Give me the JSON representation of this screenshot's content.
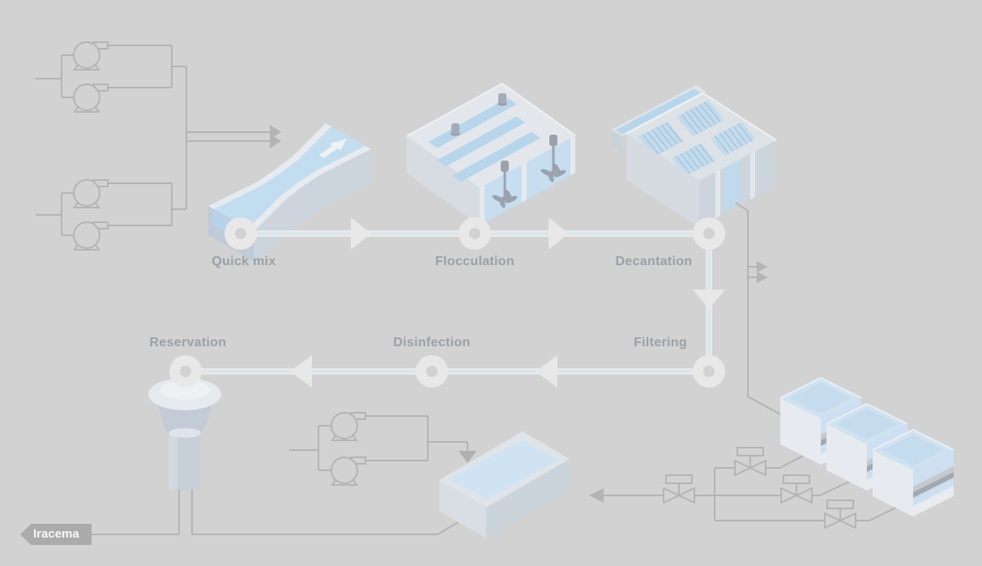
{
  "plant": {
    "tag_label": "Iracema"
  },
  "stages": {
    "quick_mix": {
      "label": "Quick mix"
    },
    "flocculation": {
      "label": "Flocculation"
    },
    "decantation": {
      "label": "Decantation"
    },
    "filtering": {
      "label": "Filtering"
    },
    "disinfection": {
      "label": "Disinfection"
    },
    "reservation": {
      "label": "Reservation"
    }
  },
  "flow_order": [
    "Quick mix",
    "Flocculation",
    "Decantation",
    "Filtering",
    "Disinfection",
    "Reservation"
  ],
  "equipment_counts": {
    "raw_water_pump_groups": 2,
    "pumps_per_group": 2,
    "wash_water_pumps": 2,
    "filter_units": 3,
    "valves": 4,
    "water_tower": 1,
    "wash_basin": 1
  },
  "icons": {
    "pump": "centrifugal-pump-symbol",
    "valve": "valve-with-actuator-symbol",
    "flow_node": "white-ring-node",
    "flow_arrow": "white-triangle-arrow",
    "pipe_arrow": "gray-triangle-arrow"
  },
  "colors": {
    "background": "#d2d2d2",
    "pipe_gray": "#b4b4b4",
    "flow_line": "#e8e8e8",
    "flow_line_core": "#cfe6f2",
    "stage_label_text": "#9aa0a7",
    "tag_background": "#ababab",
    "tag_text": "#f7f7f7",
    "water_blue": "#c3ddf0",
    "structure_light": "#e7ebef",
    "structure_shade": "#ccd4dc",
    "equipment_dark": "#9fa8b2"
  }
}
